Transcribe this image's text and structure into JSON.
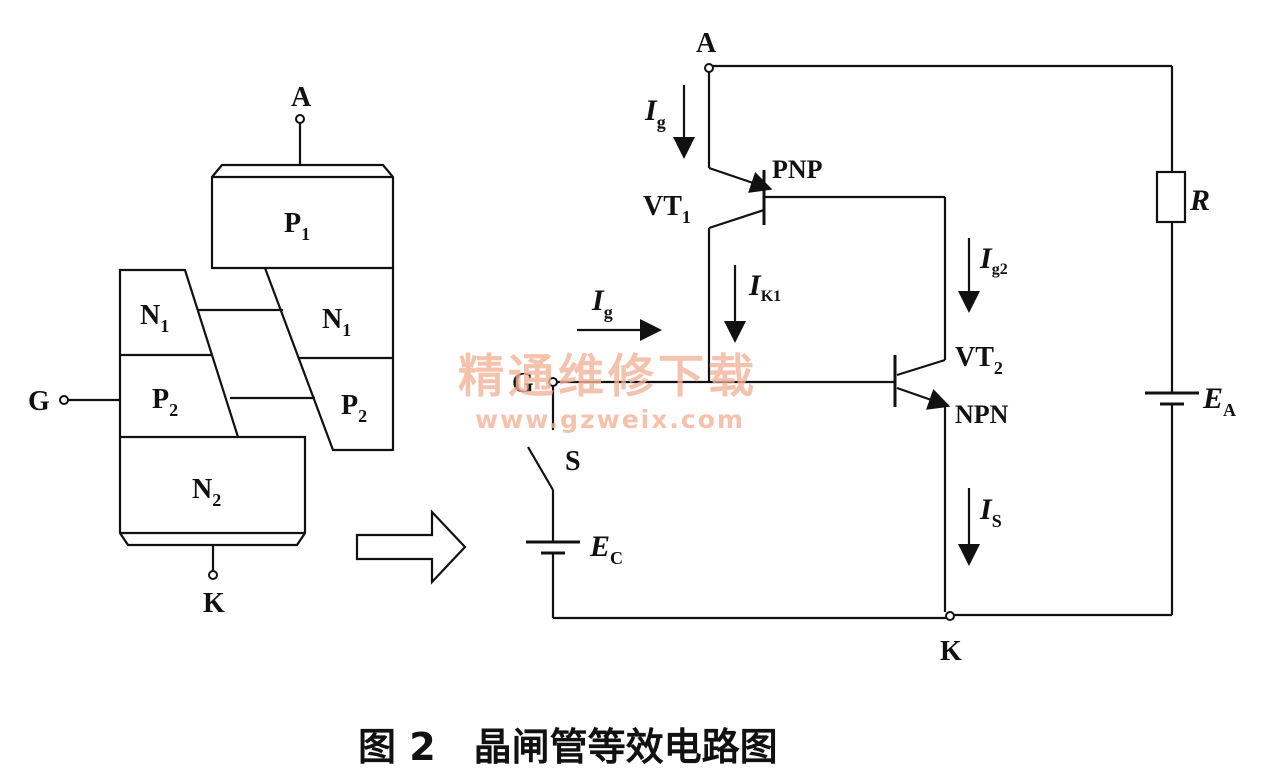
{
  "structure": {
    "terminal_a": "A",
    "terminal_g": "G",
    "terminal_k": "K",
    "p1": "P",
    "p1_sub": "1",
    "n1_left": "N",
    "n1_left_sub": "1",
    "n1_right": "N",
    "n1_right_sub": "1",
    "p2_left": "P",
    "p2_left_sub": "2",
    "p2_right": "P",
    "p2_right_sub": "2",
    "n2": "N",
    "n2_sub": "2"
  },
  "circuit": {
    "node_a": "A",
    "node_k": "K",
    "node_g": "G",
    "switch": "S",
    "vt1": "VT",
    "vt1_sub": "1",
    "vt1_type": "PNP",
    "vt2": "VT",
    "vt2_sub": "2",
    "vt2_type": "NPN",
    "resistor": "R",
    "ea": "E",
    "ea_sub": "A",
    "ec": "E",
    "ec_sub": "C",
    "ig_top": "I",
    "ig_top_sub": "g",
    "ig_left": "I",
    "ig_left_sub": "g",
    "ik1": "I",
    "ik1_sub": "K1",
    "ig2": "I",
    "ig2_sub": "g2",
    "is": "I",
    "is_sub": "S"
  },
  "watermark": {
    "cn": "精通维修下载",
    "url": "www.gzweix.com"
  },
  "caption": "图 2　晶闸管等效电路图"
}
